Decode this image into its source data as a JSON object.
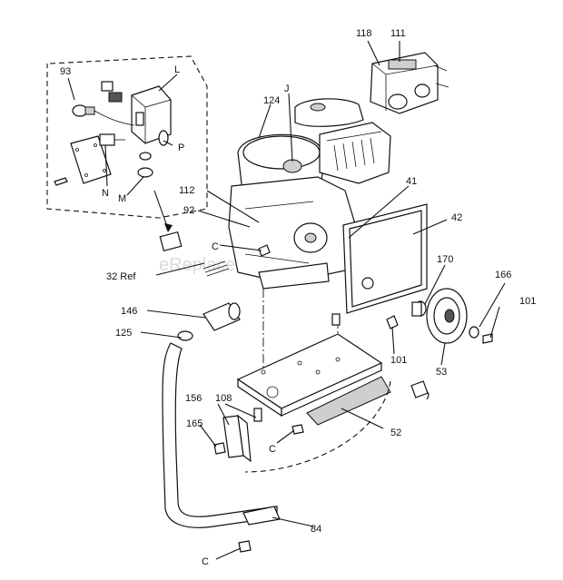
{
  "watermark": "eReplacementParts.com",
  "labels": {
    "l118": "118",
    "l111": "111",
    "l93": "93",
    "lL": "L",
    "l124": "124",
    "lJ": "J",
    "lP": "P",
    "lN": "N",
    "lM": "M",
    "l112": "112",
    "l92": "92",
    "l41": "41",
    "l42": "42",
    "lC1": "C",
    "l32": "32 Ref",
    "l170": "170",
    "l166": "166",
    "l101a": "101",
    "l146": "146",
    "l125": "125",
    "l101b": "101",
    "l53": "53",
    "l156": "156",
    "l108": "108",
    "l165": "165",
    "lC2": "C",
    "l52": "52",
    "l84": "84",
    "lC3": "C"
  }
}
